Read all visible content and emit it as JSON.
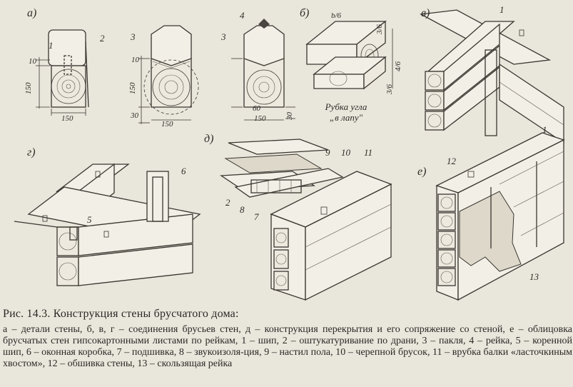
{
  "figure": {
    "panels": {
      "a": "а)",
      "b": "б)",
      "v": "в)",
      "g": "г)",
      "d": "д)",
      "e": "е)"
    },
    "callouts": {
      "a1": "1",
      "a2": "2",
      "a3_mid": "3",
      "a3_right": "3",
      "a4": "4",
      "v1": "1",
      "g5": "5",
      "g6": "6",
      "d2": "2",
      "d7": "7",
      "d8": "8",
      "d9": "9",
      "d10": "10",
      "d11": "11",
      "e1": "1",
      "e12": "12",
      "e13": "13"
    },
    "dimensions": {
      "a_10_left": "10",
      "a_150_left": "150",
      "a_150_bottom": "150",
      "a_mid_10": "10",
      "a_mid_150": "150",
      "a_mid_30": "30",
      "a_mid_150_bottom": "150",
      "a_right_60": "60",
      "a_right_150": "150",
      "a_right_30": "30",
      "b_top": "b/6",
      "b_3_6_a": "3/6",
      "b_4_6": "4/6",
      "b_3_6_b": "3/6"
    },
    "note_line1": "Рубка угла",
    "note_line2": "„в лапу\""
  },
  "caption": {
    "title": "Рис. 14.3. Конструкция стены брусчатого дома:",
    "body": "а – детали стены, б, в, г – соединения брусьев стен, д – конструкция перекрытия и его сопряжение со стеной, е – облицовка брусчатых стен гипсокартонными листами по рейкам, 1 – шип, 2 – оштукатуривание по драни, 3 – пакля, 4 – рейка, 5 – коренной шип, 6 – оконная коробка, 7 – подшивка, 8 – звукоизоля-ция, 9 – настил пола, 10 – черепной брусок, 11 – врубка балки «ласточкиным хвостом», 12 – обшивка стены, 13 – скользящая рейка"
  }
}
